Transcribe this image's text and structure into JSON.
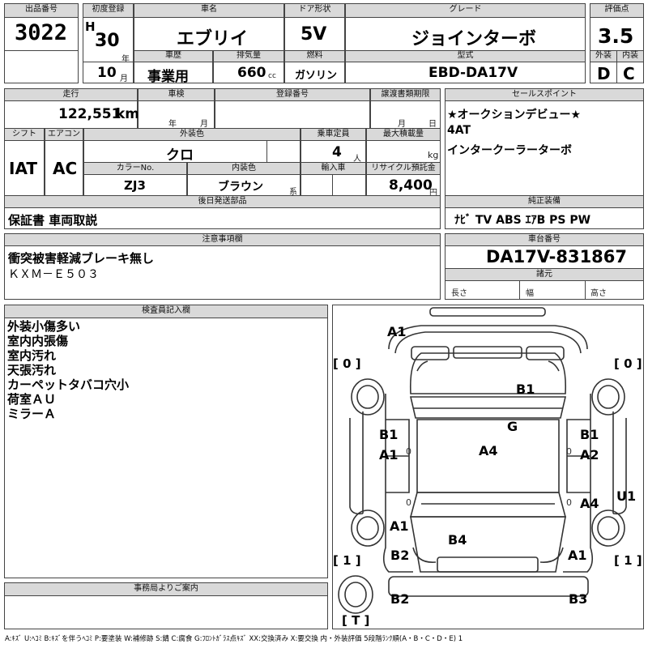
{
  "headers": {
    "lot_no": "出品番号",
    "first_reg": "初度登録",
    "car_name": "車名",
    "door": "ドア形状",
    "grade": "グレード",
    "score": "評価点",
    "exterior": "外装",
    "interior": "内装",
    "history": "車歴",
    "displacement": "排気量",
    "fuel": "燃料",
    "model": "型式",
    "mileage": "走行",
    "inspection": "車検",
    "reg_no": "登録番号",
    "transfer_deadline": "譲渡書類期限",
    "sales_point": "セールスポイント",
    "shift": "シフト",
    "aircon": "エアコン",
    "ext_color": "外装色",
    "capacity": "乗車定員",
    "max_load": "最大積載量",
    "color_no": "カラーNo.",
    "int_color": "内装色",
    "import": "輸入車",
    "recycle": "リサイクル預託金",
    "delivery": "後日発送部品",
    "genuine": "純正装備",
    "notes": "注意事項欄",
    "chassis": "車台番号",
    "specs": "諸元",
    "inspector": "検査員記入欄",
    "office": "事務局よりご案内"
  },
  "vehicle": {
    "lot_no": "3022",
    "era_mark": "H",
    "year": "30",
    "year_unit": "年",
    "month": "10",
    "month_unit": "月",
    "name": "エブリイ",
    "door": "5V",
    "grade": "ジョインターボ",
    "score": "3.5",
    "exterior_grade": "D",
    "interior_grade": "C",
    "history": "事業用",
    "displacement": "660",
    "cc": "cc",
    "fuel": "ガソリン",
    "model": "EBD-DA17V",
    "mileage": "122,551",
    "km": "km",
    "insp_year_unit": "年",
    "insp_month_unit": "月",
    "transfer_month_unit": "月",
    "transfer_day_unit": "日",
    "shift": "IAT",
    "aircon": "AC",
    "ext_color": "クロ",
    "capacity": "4",
    "capacity_unit": "人",
    "load_unit": "kg",
    "color_no": "ZJ3",
    "int_color": "ブラウン",
    "int_color_suffix": "系",
    "recycle": "8,400",
    "recycle_unit": "円",
    "chassis_no": "DA17V-831867",
    "length_label": "長さ",
    "width_label": "幅",
    "height_label": "高さ"
  },
  "sales_points": [
    "★オークションデビュー★",
    "4AT",
    "インタークーラーターボ"
  ],
  "delivery_parts": "保証書 車両取説",
  "equipment": "ﾅﾋﾞ  TV  ABS  ｴｱB  PS  PW",
  "notes": [
    "衝突被害軽減ブレーキ無し",
    "ＫＸＭ－Ｅ５０３"
  ],
  "inspector_notes": [
    "外装小傷多い",
    "室内内張傷",
    "室内汚れ",
    "天張汚れ",
    "カーペットタバコ穴小",
    "荷室ＡＵ",
    "ミラーＡ"
  ],
  "diagram_marks": {
    "front_top": "A1",
    "hood": "B1",
    "windshield": "G",
    "roof": "A4",
    "left_front_door_1": "B1",
    "left_front_door_2": "A1",
    "right_front_door_1": "B1",
    "right_front_door_2": "A2",
    "right_rear": "A4",
    "right_side": "U1",
    "left_rear_1": "A1",
    "left_rear_2": "B2",
    "tailgate": "B4",
    "right_rear_lower": "A1",
    "rear_bumper_left": "B2",
    "rear_bumper_right": "B3",
    "bracket_left_top": "[ 0 ]",
    "bracket_right_top": "[ 0 ]",
    "bracket_left_bottom": "[ 1 ]",
    "bracket_right_bottom": "[ 1 ]",
    "bracket_spare": "[ T ]"
  },
  "legend": "A:ｷｽﾞ  U:ﾍｺﾐ  B:ｷｽﾞを伴うﾍｺﾐ  P:要塗装  W:補修跡  S:錆  C:腐食  G:ﾌﾛﾝﾄｶﾞﾗｽ点ｷｽﾞ  XX:交換済み  X:要交換  内・外装評価  5段階ﾗﾝｸ順(A・B・C・D・E) 1"
}
